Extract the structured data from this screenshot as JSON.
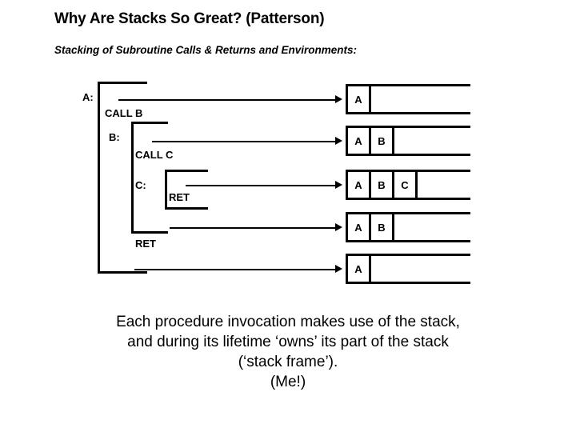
{
  "slide": {
    "title": "Why Are Stacks So Great? (Patterson)",
    "subtitle": "Stacking of Subroutine Calls & Returns and Environments:",
    "caption": "Each procedure invocation makes use of the stack,\nand during its lifetime ‘owns’ its part of the stack\n(‘stack frame’).\n(Me!)"
  },
  "code": {
    "labels": [
      {
        "text": "A:"
      },
      {
        "text": "CALL B"
      },
      {
        "text": "B:"
      },
      {
        "text": "CALL C"
      },
      {
        "text": "C:"
      },
      {
        "text": "RET"
      },
      {
        "text": "RET"
      }
    ]
  },
  "stack": {
    "rows": [
      {
        "cells": [
          "A"
        ]
      },
      {
        "cells": [
          "A",
          "B"
        ]
      },
      {
        "cells": [
          "A",
          "B",
          "C"
        ]
      },
      {
        "cells": [
          "A",
          "B"
        ]
      },
      {
        "cells": [
          "A"
        ]
      }
    ]
  },
  "colors": {
    "ink": "#000000",
    "background": "#ffffff"
  }
}
